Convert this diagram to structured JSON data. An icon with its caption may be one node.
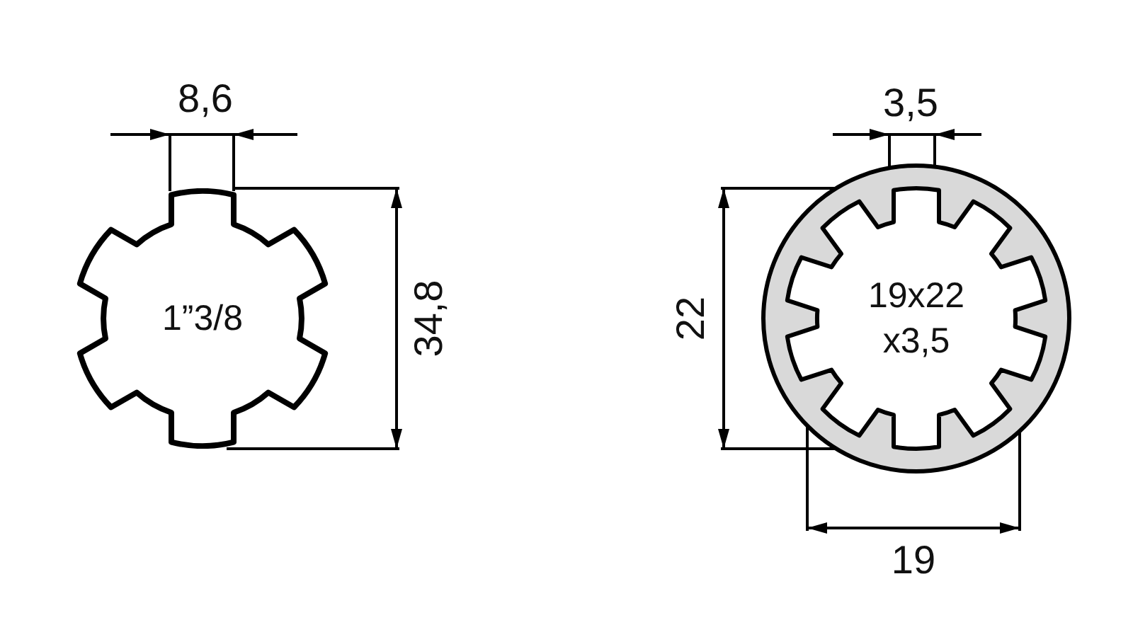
{
  "diagram": {
    "nodes": [
      {
        "text": [
          "1”3/8"
        ]
      },
      {
        "text": [
          "19x22 x3,5"
        ]
      }
    ],
    "labels": [
      "8,6",
      "34,8",
      "3,5",
      "22",
      "19"
    ]
  }
}
